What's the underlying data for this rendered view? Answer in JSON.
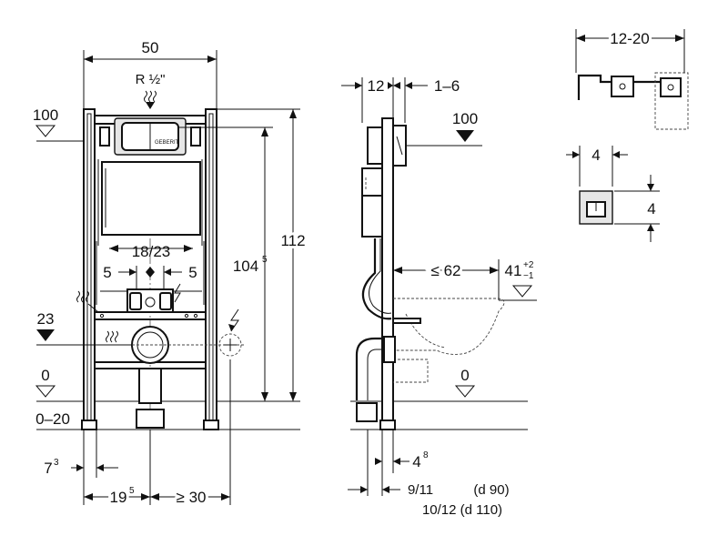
{
  "front_view": {
    "width_label": "50",
    "connection_label": "R ½\"",
    "height_label": "112",
    "height_inner_label": "104",
    "height_inner_sup": "5",
    "ref_100_label": "100",
    "ref_23_label": "23",
    "ref_0_label": "0",
    "floor_range_label": "0–20",
    "gap_18_23_label": "18/23",
    "gap_left_5_label": "5",
    "gap_right_5_label": "5",
    "offset_7_label": "7",
    "offset_7_sup": "3",
    "offset_19_label": "19",
    "offset_19_sup": "5",
    "offset_30_label": "≥ 30",
    "brand_label": "GEBERIT"
  },
  "side_view": {
    "depth_12_label": "12",
    "depth_1_6_label": "1–6",
    "ref_100_label": "100",
    "reach_62_label": "≤ 62",
    "height_41_label": "41",
    "height_41_sup_top": "+2",
    "height_41_sup_bottom": "−1",
    "ref_0_label": "0",
    "offset_4_label": "4",
    "offset_4_sup": "8",
    "pipe_d90_label": "9/11",
    "pipe_d90_note": "(d 90)",
    "pipe_d110_label": "10/12 (d 110)"
  },
  "detail_bracket": {
    "range_label": "12-20"
  },
  "detail_square": {
    "width_label": "4",
    "height_label": "4"
  },
  "colors": {
    "line": "#111111",
    "background": "#ffffff",
    "fill": "#e6e6e6"
  }
}
